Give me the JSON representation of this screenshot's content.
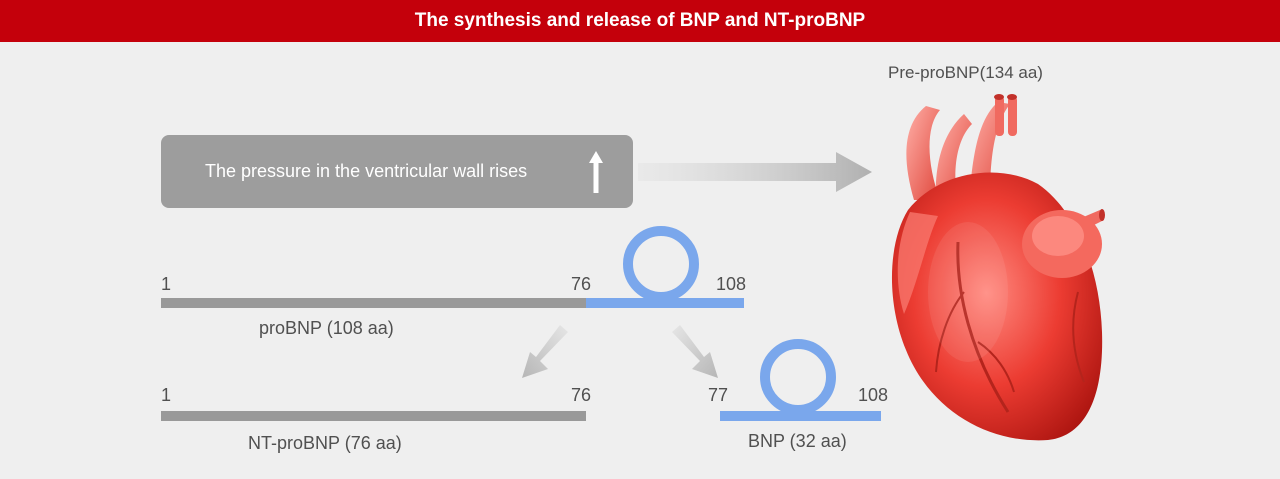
{
  "title": "The synthesis and release of BNP and NT-proBNP",
  "pressure_box": {
    "label": "The pressure in the ventricular wall rises",
    "arrow_icon": "up-arrow-icon"
  },
  "heart": {
    "label": "Pre-proBNP(134 aa)",
    "icon": "heart-icon"
  },
  "probnp": {
    "start": "1",
    "split": "76",
    "end": "108",
    "label": "proBNP (108 aa)"
  },
  "ntprobnp": {
    "start": "1",
    "end": "76",
    "label": "NT-proBNP (76 aa)"
  },
  "bnp": {
    "start": "77",
    "end": "108",
    "label": "BNP (32 aa)"
  },
  "colors": {
    "header": "#c4000b",
    "gray_segment": "#999999",
    "blue_segment": "#7aa7ec",
    "box": "#9d9d9d"
  }
}
